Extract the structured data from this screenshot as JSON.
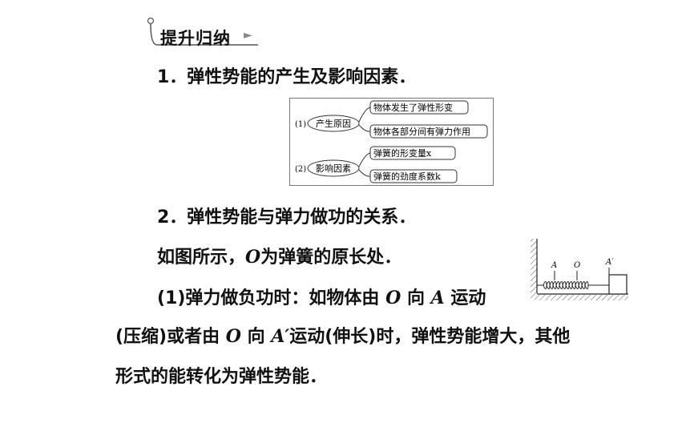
{
  "section_tag": {
    "label": "提升归纳",
    "arrow": "►"
  },
  "heading1": "1．弹性势能的产生及影响因素．",
  "diagram": {
    "groups": [
      {
        "number": "(1)",
        "label": "产生原因",
        "items": [
          "物体发生了弹性形变",
          "物体各部分间有弹力作用"
        ]
      },
      {
        "number": "(2)",
        "label": "影响因素",
        "items": [
          "弹簧的形变量x",
          "弹簧的劲度系数k"
        ]
      }
    ]
  },
  "heading2": "2．弹性势能与弹力做功的关系．",
  "para1": {
    "before": "如图所示，",
    "symbol": "O",
    "after": "为弹簧的原长处．"
  },
  "para2": {
    "prefix": "(1)弹力做负功时：如物体由",
    "s1": "O",
    "mid1": "向",
    "s2": "A",
    "mid2": "运动",
    "line2_a": "(压缩)或者由",
    "s3": "O",
    "mid3": "向",
    "s4": "A′",
    "line2_b": "运动(伸长)时，弹性势能增大，其他",
    "line3": "形式的能转化为弹性势能．"
  },
  "spring_figure": {
    "labels": [
      "A",
      "O",
      "A′"
    ]
  }
}
